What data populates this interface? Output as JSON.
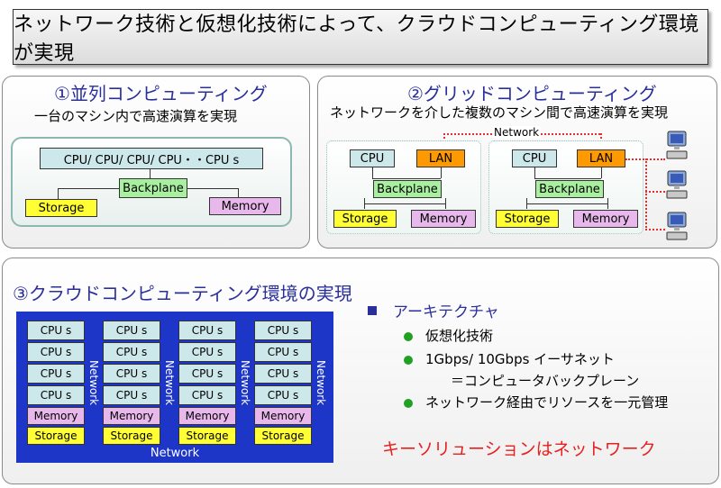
{
  "title": "ネットワーク技術と仮想化技術によって、クラウドコンピューティング環境が実現",
  "parallel": {
    "title": "①並列コンピューティング",
    "subtitle": "一台のマシン内で高速演算を実現",
    "cpu_row": "CPU/ CPU/ CPU/ CPU・・CPU s",
    "backplane": "Backplane",
    "storage": "Storage",
    "memory": "Memory"
  },
  "grid": {
    "title": "②グリッドコンピューティング",
    "subtitle": "ネットワークを介した複数のマシン間で高速演算を実現",
    "network": "Network",
    "nodes": [
      {
        "cpu": "CPU",
        "lan": "LAN",
        "backplane": "Backplane",
        "storage": "Storage",
        "memory": "Memory"
      },
      {
        "cpu": "CPU",
        "lan": "LAN",
        "backplane": "Backplane",
        "storage": "Storage",
        "memory": "Memory"
      }
    ],
    "terminal_icon": "computer-terminal-icon"
  },
  "cloud": {
    "title": "③クラウドコンピューティング環境の実現",
    "network_label": "Network",
    "columns": [
      {
        "cpus": [
          "CPU s",
          "CPU s",
          "CPU s",
          "CPU s"
        ],
        "memory": "Memory",
        "storage": "Storage"
      },
      {
        "cpus": [
          "CPU s",
          "CPU s",
          "CPU s",
          "CPU s"
        ],
        "memory": "Memory",
        "storage": "Storage"
      },
      {
        "cpus": [
          "CPU s",
          "CPU s",
          "CPU s",
          "CPU s"
        ],
        "memory": "Memory",
        "storage": "Storage"
      },
      {
        "cpus": [
          "CPU s",
          "CPU s",
          "CPU s",
          "CPU s"
        ],
        "memory": "Memory",
        "storage": "Storage"
      }
    ],
    "vertical_network": [
      "Network",
      "Network",
      "Network",
      "Network"
    ],
    "architecture": {
      "heading": "アーキテクチャ",
      "items": [
        "仮想化技術",
        "1Gbps/ 10Gbps イーサネット",
        "ネットワーク経由でリソースを一元管理"
      ],
      "item2_sub": "＝コンピュータバックプレーン"
    },
    "key_solution": "キーソリューションはネットワーク"
  },
  "colors": {
    "title_accent": "#2a2f9a",
    "cpu": "#cde8ea",
    "backplane": "#a8f0a0",
    "storage": "#ffff33",
    "memory": "#e8b8ec",
    "lan": "#ff9900",
    "network_blue": "#1e36c8",
    "key_red": "#e8201e"
  }
}
